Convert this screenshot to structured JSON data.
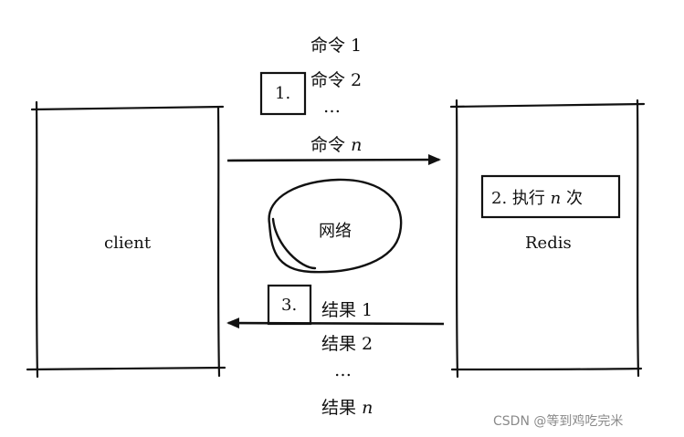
{
  "commands": {
    "lines": [
      "命令 1",
      "命令 2",
      "…"
    ],
    "last_prefix": "命令",
    "last_var": "n",
    "step_label": "1."
  },
  "client": {
    "label": "client"
  },
  "redis": {
    "label": "Redis",
    "step_prefix": "2. 执行",
    "step_var": "n",
    "step_suffix": "次"
  },
  "network": {
    "label": "网络"
  },
  "results": {
    "lines": [
      "结果 1",
      "结果 2",
      "…"
    ],
    "last_prefix": "结果",
    "last_var": "n",
    "step_label": "3."
  },
  "watermark": "CSDN @等到鸡吃完米"
}
